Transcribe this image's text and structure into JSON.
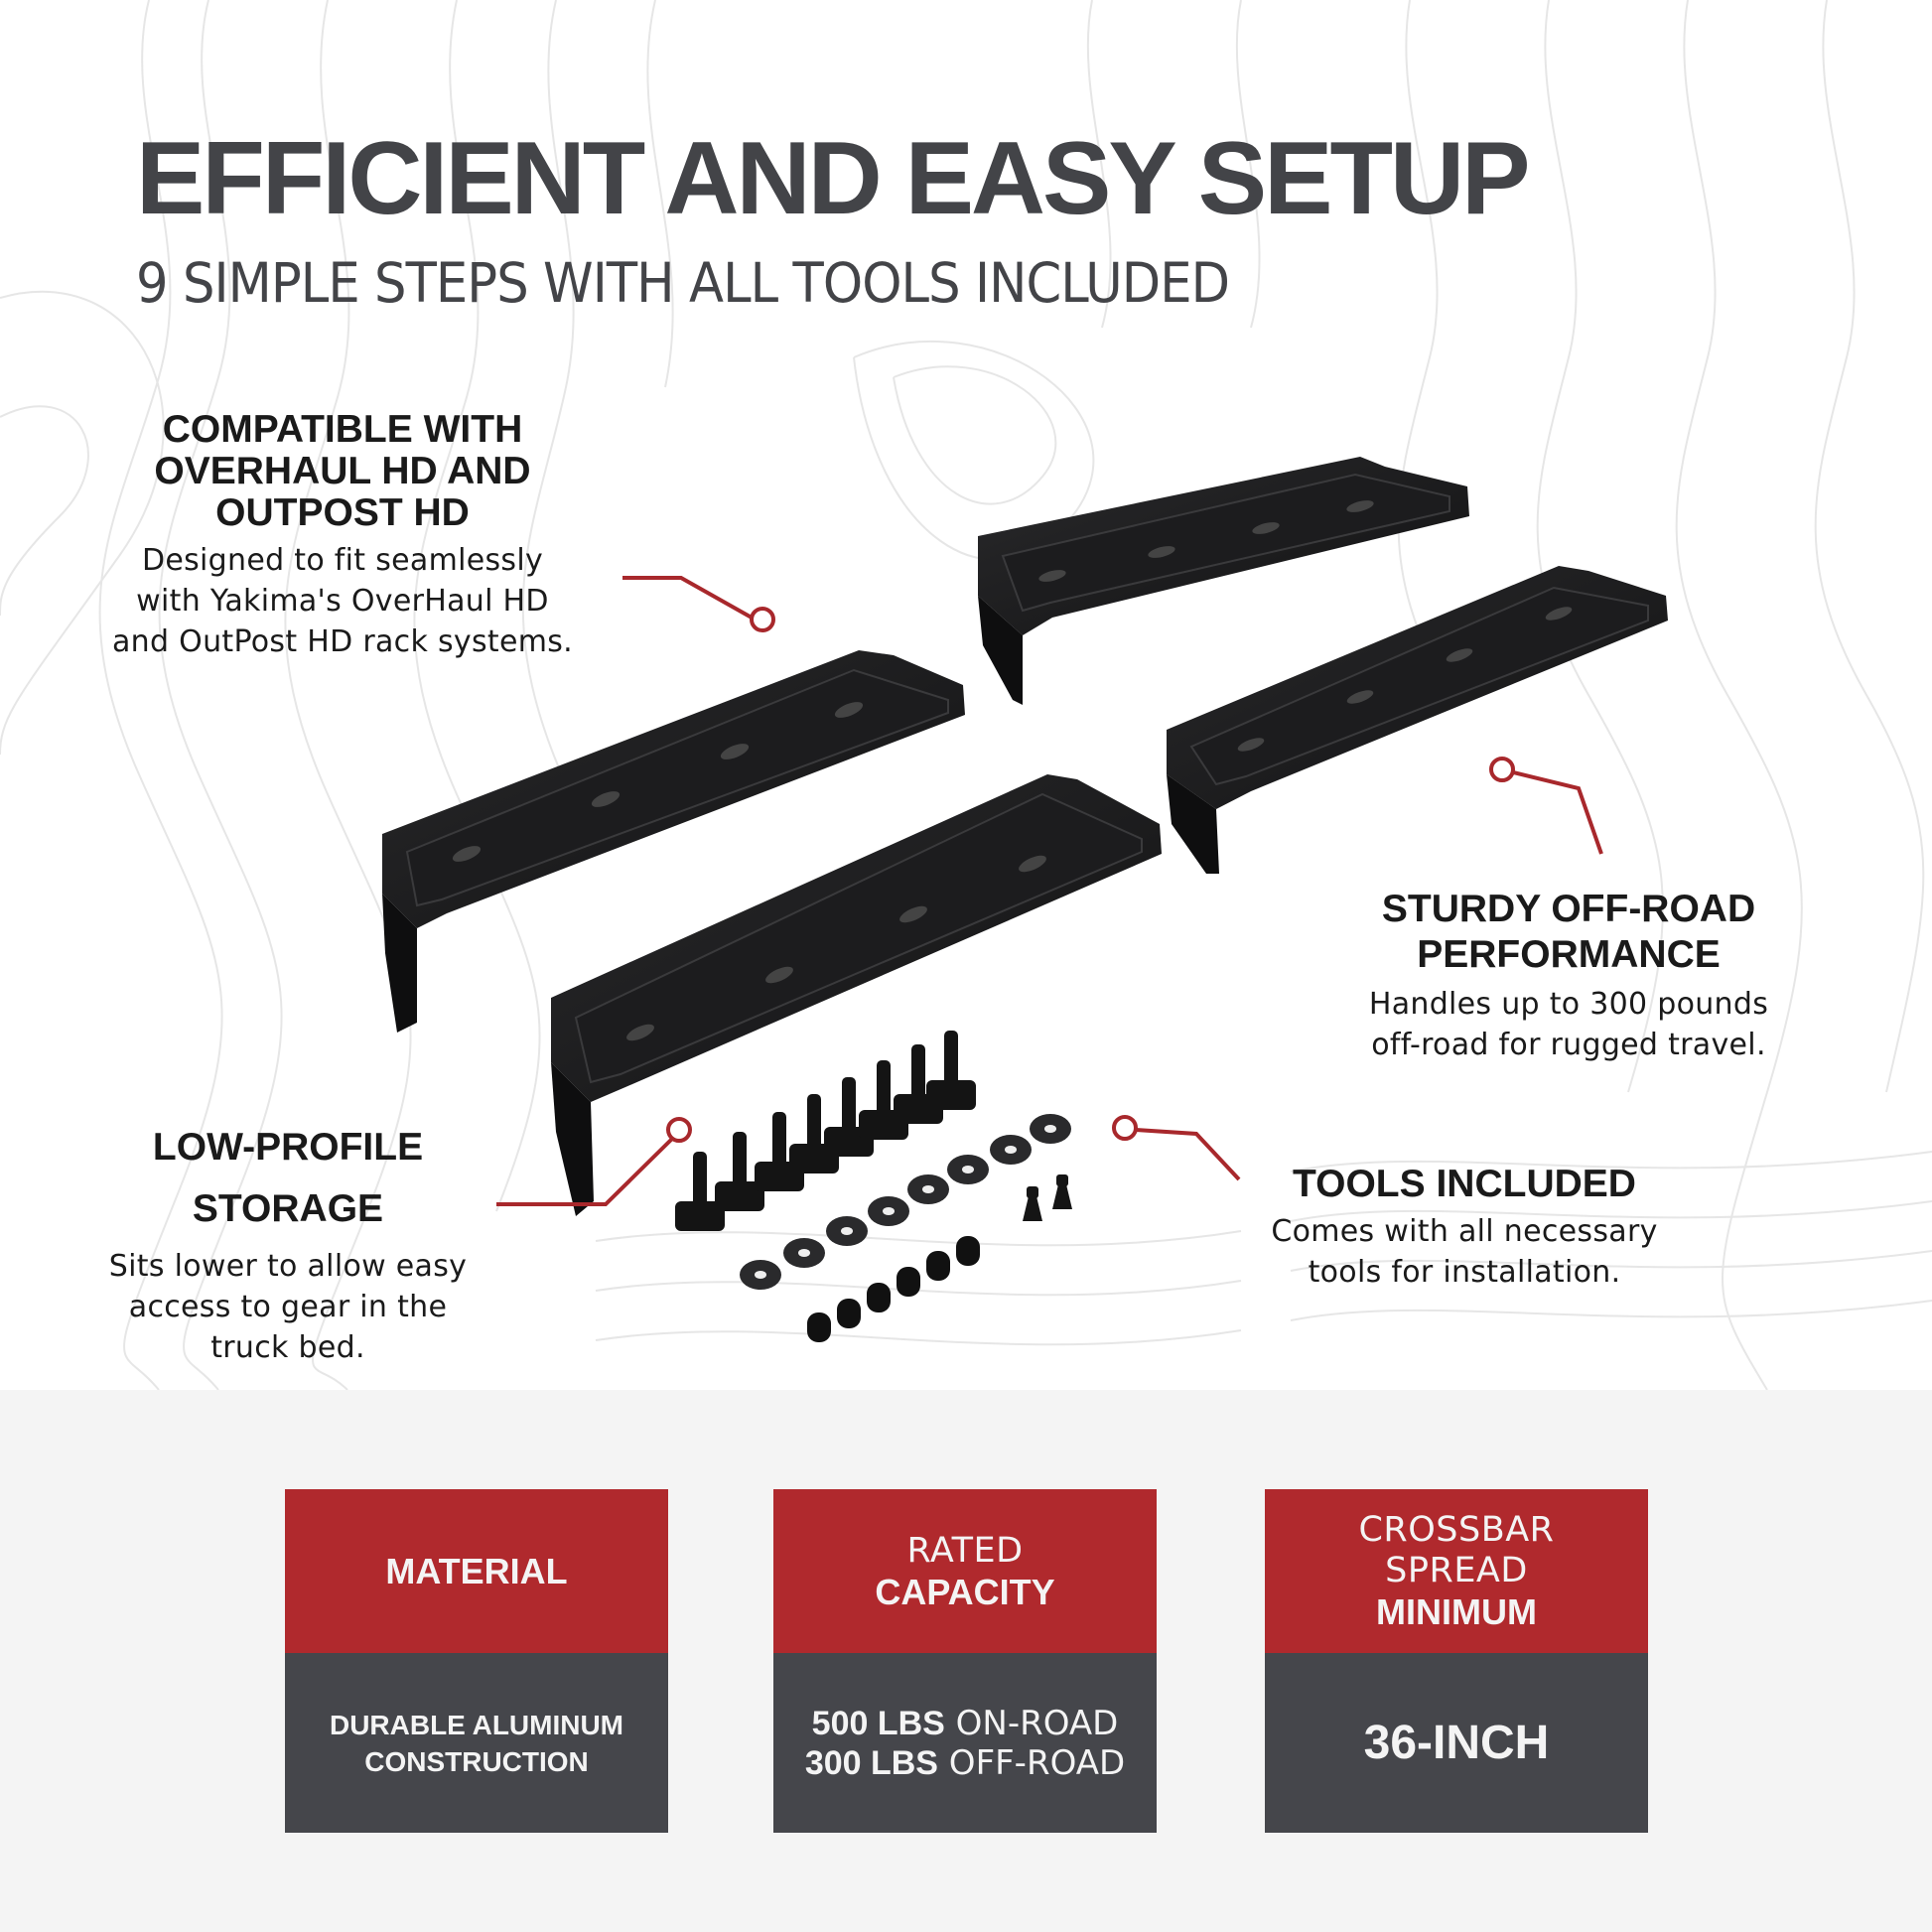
{
  "header": {
    "title": "EFFICIENT AND EASY SETUP",
    "subtitle": "9 SIMPLE STEPS WITH ALL TOOLS INCLUDED"
  },
  "callouts": [
    {
      "id": "compatible",
      "heading_lines": [
        "COMPATIBLE WITH",
        "OVERHAUL HD AND",
        "OUTPOST HD"
      ],
      "body_lines": [
        "Designed to fit seamlessly",
        "with Yakima's OverHaul HD",
        "and OutPost HD rack systems."
      ]
    },
    {
      "id": "sturdy",
      "heading_lines": [
        "STURDY OFF-ROAD",
        "PERFORMANCE"
      ],
      "body_lines": [
        "Handles up to 300 pounds",
        "off-road for rugged travel."
      ]
    },
    {
      "id": "low-profile",
      "heading_lines": [
        "LOW-PROFILE",
        "STORAGE"
      ],
      "body_lines": [
        "Sits lower to allow easy",
        "access to gear in the",
        "truck bed."
      ]
    },
    {
      "id": "tools",
      "heading_lines": [
        "TOOLS INCLUDED"
      ],
      "body_lines": [
        "Comes with all necessary",
        "tools for installation."
      ]
    }
  ],
  "specs": [
    {
      "header_light": [],
      "header_bold": [
        "MATERIAL"
      ],
      "value_lines": [
        "DURABLE ALUMINUM",
        "CONSTRUCTION"
      ]
    },
    {
      "header_light": [
        "RATED"
      ],
      "header_bold": [
        "CAPACITY"
      ],
      "value_rows": [
        {
          "bold": "500 LBS",
          "light": " ON-ROAD"
        },
        {
          "bold": "300 LBS",
          "light": " OFF-ROAD"
        }
      ]
    },
    {
      "header_light": [
        "CROSSBAR",
        "SPREAD"
      ],
      "header_bold": [
        "MINIMUM"
      ],
      "value_lines": [
        "36-INCH"
      ]
    }
  ],
  "colors": {
    "accent_red": "#b0292d",
    "spec_dark": "#45464b",
    "title_gray": "#434448",
    "band_bg": "#f4f4f4"
  },
  "product_image": {
    "description": "four black mounting trays with slotted bases, T-bolts, washers, and cap nuts hardware kit"
  }
}
